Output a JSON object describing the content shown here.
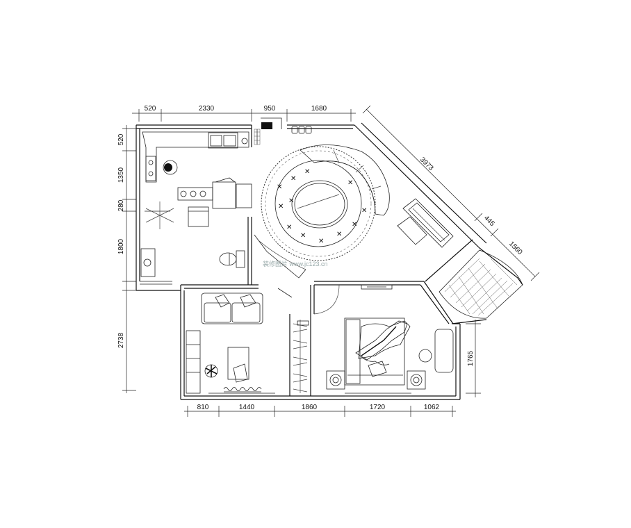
{
  "dimensions": {
    "top": [
      "520",
      "2330",
      "950",
      "1680"
    ],
    "left": [
      "520",
      "1350",
      "280",
      "1800",
      "2738"
    ],
    "bottom": [
      "810",
      "1440",
      "1860",
      "1720",
      "1062"
    ],
    "right": [
      "1765"
    ],
    "diagonal": [
      "3973",
      "445",
      "1560"
    ]
  },
  "watermark": "装修图片 www.jc123.cn"
}
